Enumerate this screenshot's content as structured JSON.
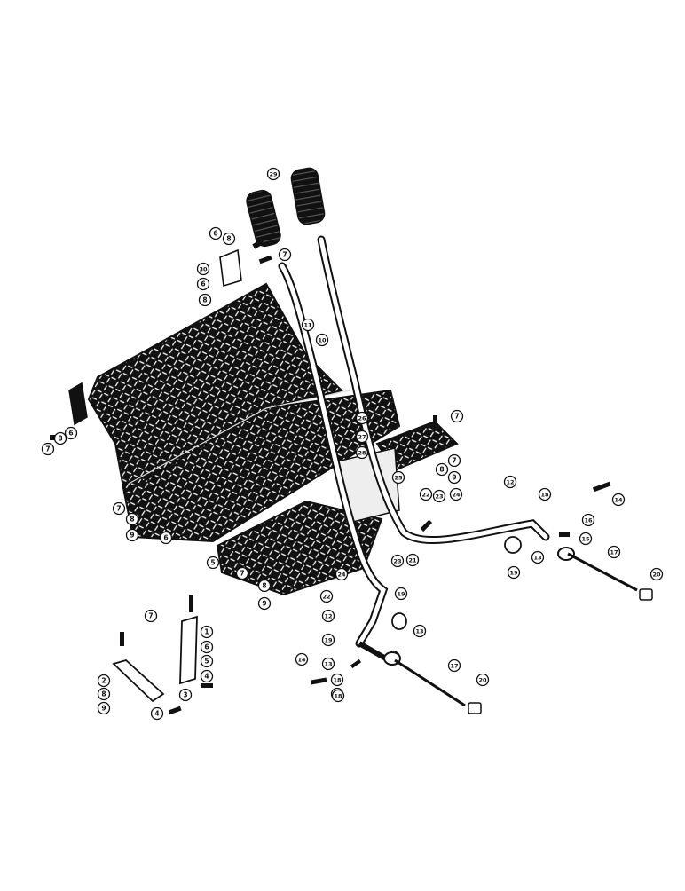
{
  "diagram": {
    "style": "exploded parts view",
    "ink_color": "#111111",
    "paper_color": "#ffffff",
    "callouts": [
      {
        "id": "c-6-a",
        "n": "6"
      },
      {
        "id": "c-8-a",
        "n": "8"
      },
      {
        "id": "c-7-a",
        "n": "7"
      },
      {
        "id": "c-30-a",
        "n": "30"
      },
      {
        "id": "c-6-b",
        "n": "6"
      },
      {
        "id": "c-8-b",
        "n": "8"
      },
      {
        "id": "c-29-a",
        "n": "29"
      },
      {
        "id": "c-11-a",
        "n": "11"
      },
      {
        "id": "c-10-a",
        "n": "10"
      },
      {
        "id": "c-7-b",
        "n": "7"
      },
      {
        "id": "c-8-c",
        "n": "8"
      },
      {
        "id": "c-6-c",
        "n": "6"
      },
      {
        "id": "c-7-c",
        "n": "7"
      },
      {
        "id": "c-26-a",
        "n": "26"
      },
      {
        "id": "c-27-a",
        "n": "27"
      },
      {
        "id": "c-28-a",
        "n": "28"
      },
      {
        "id": "c-7-d",
        "n": "7"
      },
      {
        "id": "c-8-d",
        "n": "8"
      },
      {
        "id": "c-9-a",
        "n": "9"
      },
      {
        "id": "c-25-a",
        "n": "25"
      },
      {
        "id": "c-22-a",
        "n": "22"
      },
      {
        "id": "c-23-a",
        "n": "23"
      },
      {
        "id": "c-24-a",
        "n": "24"
      },
      {
        "id": "c-7-e",
        "n": "7"
      },
      {
        "id": "c-8-e",
        "n": "8"
      },
      {
        "id": "c-9-b",
        "n": "9"
      },
      {
        "id": "c-6-d",
        "n": "6"
      },
      {
        "id": "c-5-a",
        "n": "5"
      },
      {
        "id": "c-7-f",
        "n": "7"
      },
      {
        "id": "c-23-b",
        "n": "23"
      },
      {
        "id": "c-21-a",
        "n": "21"
      },
      {
        "id": "c-24-b",
        "n": "24"
      },
      {
        "id": "c-8-f",
        "n": "8"
      },
      {
        "id": "c-9-c",
        "n": "9"
      },
      {
        "id": "c-22-b",
        "n": "22"
      },
      {
        "id": "c-12-a",
        "n": "12"
      },
      {
        "id": "c-19-a",
        "n": "19"
      },
      {
        "id": "c-13-a",
        "n": "13"
      },
      {
        "id": "c-12-b",
        "n": "12"
      },
      {
        "id": "c-18-a",
        "n": "18"
      },
      {
        "id": "c-14-a",
        "n": "14"
      },
      {
        "id": "c-16-a",
        "n": "16"
      },
      {
        "id": "c-15-a",
        "n": "15"
      },
      {
        "id": "c-13-b",
        "n": "13"
      },
      {
        "id": "c-19-b",
        "n": "19"
      },
      {
        "id": "c-17-a",
        "n": "17"
      },
      {
        "id": "c-20-a",
        "n": "20"
      },
      {
        "id": "c-19-c",
        "n": "19"
      },
      {
        "id": "c-13-c",
        "n": "13"
      },
      {
        "id": "c-18-b",
        "n": "18"
      },
      {
        "id": "c-14-b",
        "n": "14"
      },
      {
        "id": "c-16-b",
        "n": "16"
      },
      {
        "id": "c-18-c",
        "n": "18"
      },
      {
        "id": "c-17-b",
        "n": "17"
      },
      {
        "id": "c-20-b",
        "n": "20"
      },
      {
        "id": "c-7-g",
        "n": "7"
      },
      {
        "id": "c-1-a",
        "n": "1"
      },
      {
        "id": "c-6-e",
        "n": "6"
      },
      {
        "id": "c-5-b",
        "n": "5"
      },
      {
        "id": "c-4-a",
        "n": "4"
      },
      {
        "id": "c-2-a",
        "n": "2"
      },
      {
        "id": "c-8-g",
        "n": "8"
      },
      {
        "id": "c-9-d",
        "n": "9"
      },
      {
        "id": "c-3-a",
        "n": "3"
      },
      {
        "id": "c-4-b",
        "n": "4"
      }
    ]
  }
}
